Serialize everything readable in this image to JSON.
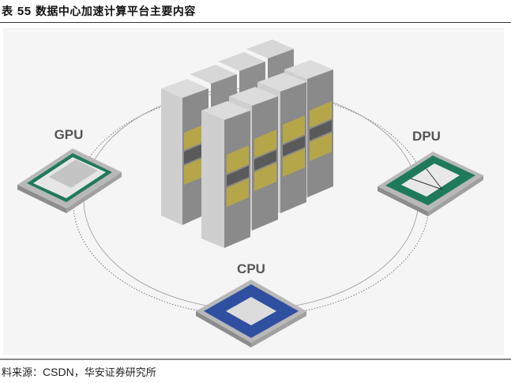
{
  "title": {
    "prefix": "表",
    "number": "55",
    "text": "数据中心加速计算平台主要内容"
  },
  "diagram": {
    "center": "server-racks",
    "nodes": [
      {
        "id": "gpu",
        "label": "GPU",
        "chip_color": "#1f7a5c"
      },
      {
        "id": "dpu",
        "label": "DPU",
        "chip_color": "#1f7a5c"
      },
      {
        "id": "cpu",
        "label": "CPU",
        "chip_color": "#2f4fa0"
      }
    ],
    "rack_accent_color": "#b5a64a"
  },
  "source": {
    "prefix": "料来源：",
    "latin": "CSDN",
    "suffix": "，华安证券研究所"
  }
}
